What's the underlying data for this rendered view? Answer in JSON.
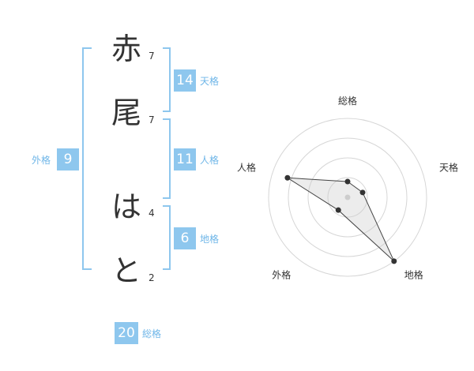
{
  "name": {
    "characters": [
      {
        "char": "赤",
        "strokes": "7"
      },
      {
        "char": "尾",
        "strokes": "7"
      },
      {
        "char": "は",
        "strokes": "4"
      },
      {
        "char": "と",
        "strokes": "2"
      }
    ]
  },
  "fortune": {
    "tenkaku": {
      "value": "14",
      "label": "天格"
    },
    "jinkaku": {
      "value": "11",
      "label": "人格"
    },
    "chikaku": {
      "value": "6",
      "label": "地格"
    },
    "gaikaku": {
      "value": "9",
      "label": "外格"
    },
    "soukaku": {
      "value": "20",
      "label": "総格"
    }
  },
  "chart_data": {
    "type": "radar",
    "axes": [
      "総格",
      "天格",
      "地格",
      "外格",
      "人格"
    ],
    "values": [
      1,
      1,
      5,
      1,
      4
    ],
    "rmax": 5,
    "rings": 4,
    "grid": true
  }
}
